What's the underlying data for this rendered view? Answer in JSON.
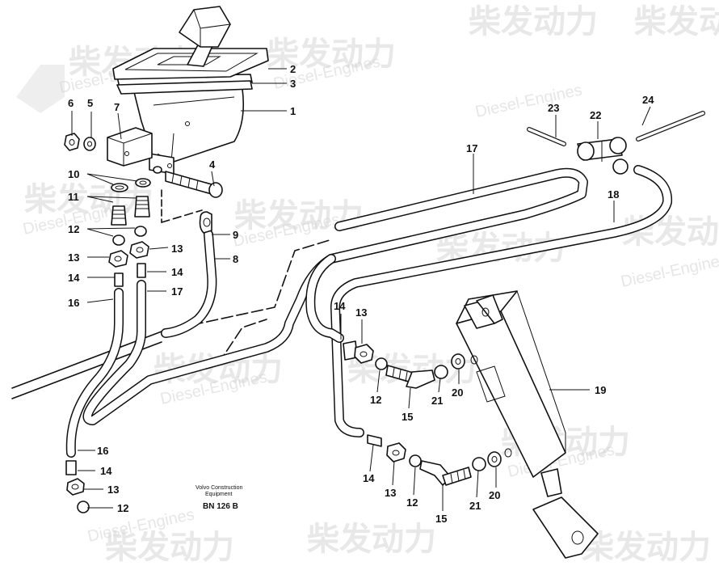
{
  "watermark": {
    "brand": "柴发动力",
    "sub": "Diesel-Engines"
  },
  "footer": {
    "company_line1": "Volvo Construction",
    "company_line2": "Equipment",
    "drawing_code": "BN 126 B"
  },
  "callouts": {
    "c1": "1",
    "c2": "2",
    "c3": "3",
    "c4": "4",
    "c5": "5",
    "c6": "6",
    "c7": "7",
    "c8": "8",
    "c9": "9",
    "c10": "10",
    "c11": "11",
    "c12a": "12",
    "c12b": "12",
    "c12c": "12",
    "c12d": "12",
    "c13a": "13",
    "c13b": "13",
    "c13c": "13",
    "c13d": "13",
    "c13e": "13",
    "c14a": "14",
    "c14b": "14",
    "c14c": "14",
    "c14d": "14",
    "c14e": "14",
    "c15a": "15",
    "c15b": "15",
    "c16a": "16",
    "c16b": "16",
    "c17a": "17",
    "c17b": "17",
    "c18": "18",
    "c19": "19",
    "c20a": "20",
    "c20b": "20",
    "c21a": "21",
    "c21b": "21",
    "c22": "22",
    "c23": "23",
    "c24": "24"
  }
}
